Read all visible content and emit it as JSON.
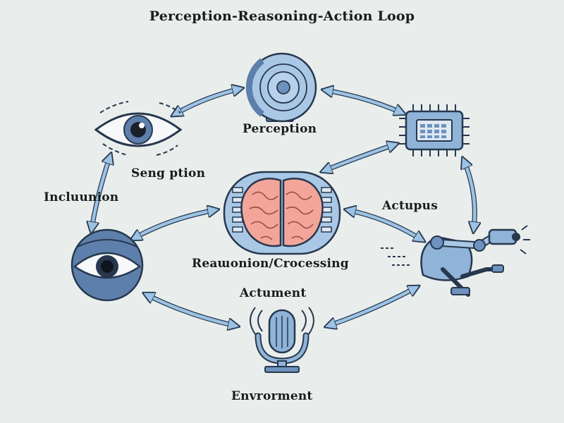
{
  "title": "Perception-Reasoning-Action Loop",
  "labels": {
    "perception": "Perception",
    "sensing": "Seng ption",
    "inclusion": "Incluunion",
    "actuators": "Actupus",
    "reasoning": "Reaաonion/Crocessing",
    "actuation": "Actument",
    "environment": "Envrorment"
  },
  "colors": {
    "background": "#e9eeec",
    "icon_fill": "#8fb4d8",
    "icon_fill_light": "#b7d1ea",
    "icon_dark": "#5d7fab",
    "outline": "#27374e",
    "brain": "#f3a59a",
    "arrow": "#9cc3e4"
  },
  "nodes": [
    {
      "id": "perception",
      "icon": "sensor-disc-icon"
    },
    {
      "id": "processor",
      "icon": "chip-icon"
    },
    {
      "id": "sensing",
      "icon": "eye-icon"
    },
    {
      "id": "reasoning",
      "icon": "brain-icon"
    },
    {
      "id": "inclusion",
      "icon": "eye-lens-icon"
    },
    {
      "id": "actuators",
      "icon": "robot-arm-icon"
    },
    {
      "id": "environment",
      "icon": "microphone-icon"
    }
  ]
}
